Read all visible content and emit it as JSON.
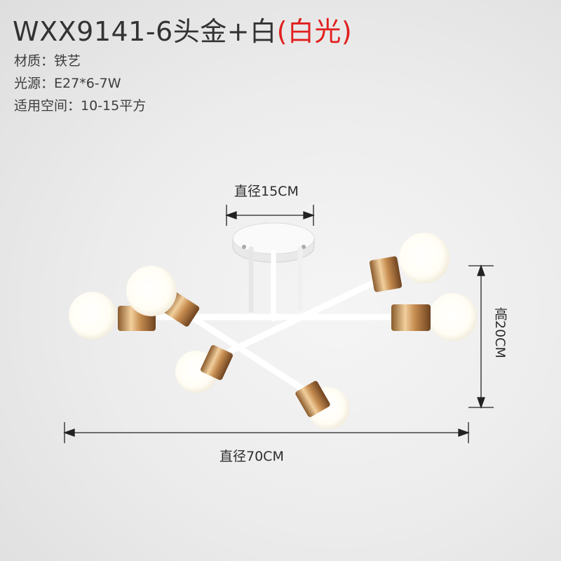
{
  "title": {
    "model": "WXX9141-6头金+白",
    "highlight": "(白光)"
  },
  "specs": [
    {
      "label": "材质：",
      "value": "铁艺"
    },
    {
      "label": "光源：",
      "value": "E27*6-7W"
    },
    {
      "label": "适用空间：",
      "value": "10-15平方"
    }
  ],
  "dimensions": {
    "canopy_diameter": "直径15CM",
    "height": "高20CM",
    "total_diameter": "直径70CM"
  },
  "colors": {
    "highlight": "#e0201e",
    "gold": "#c9955a",
    "white_metal": "#ffffff"
  }
}
